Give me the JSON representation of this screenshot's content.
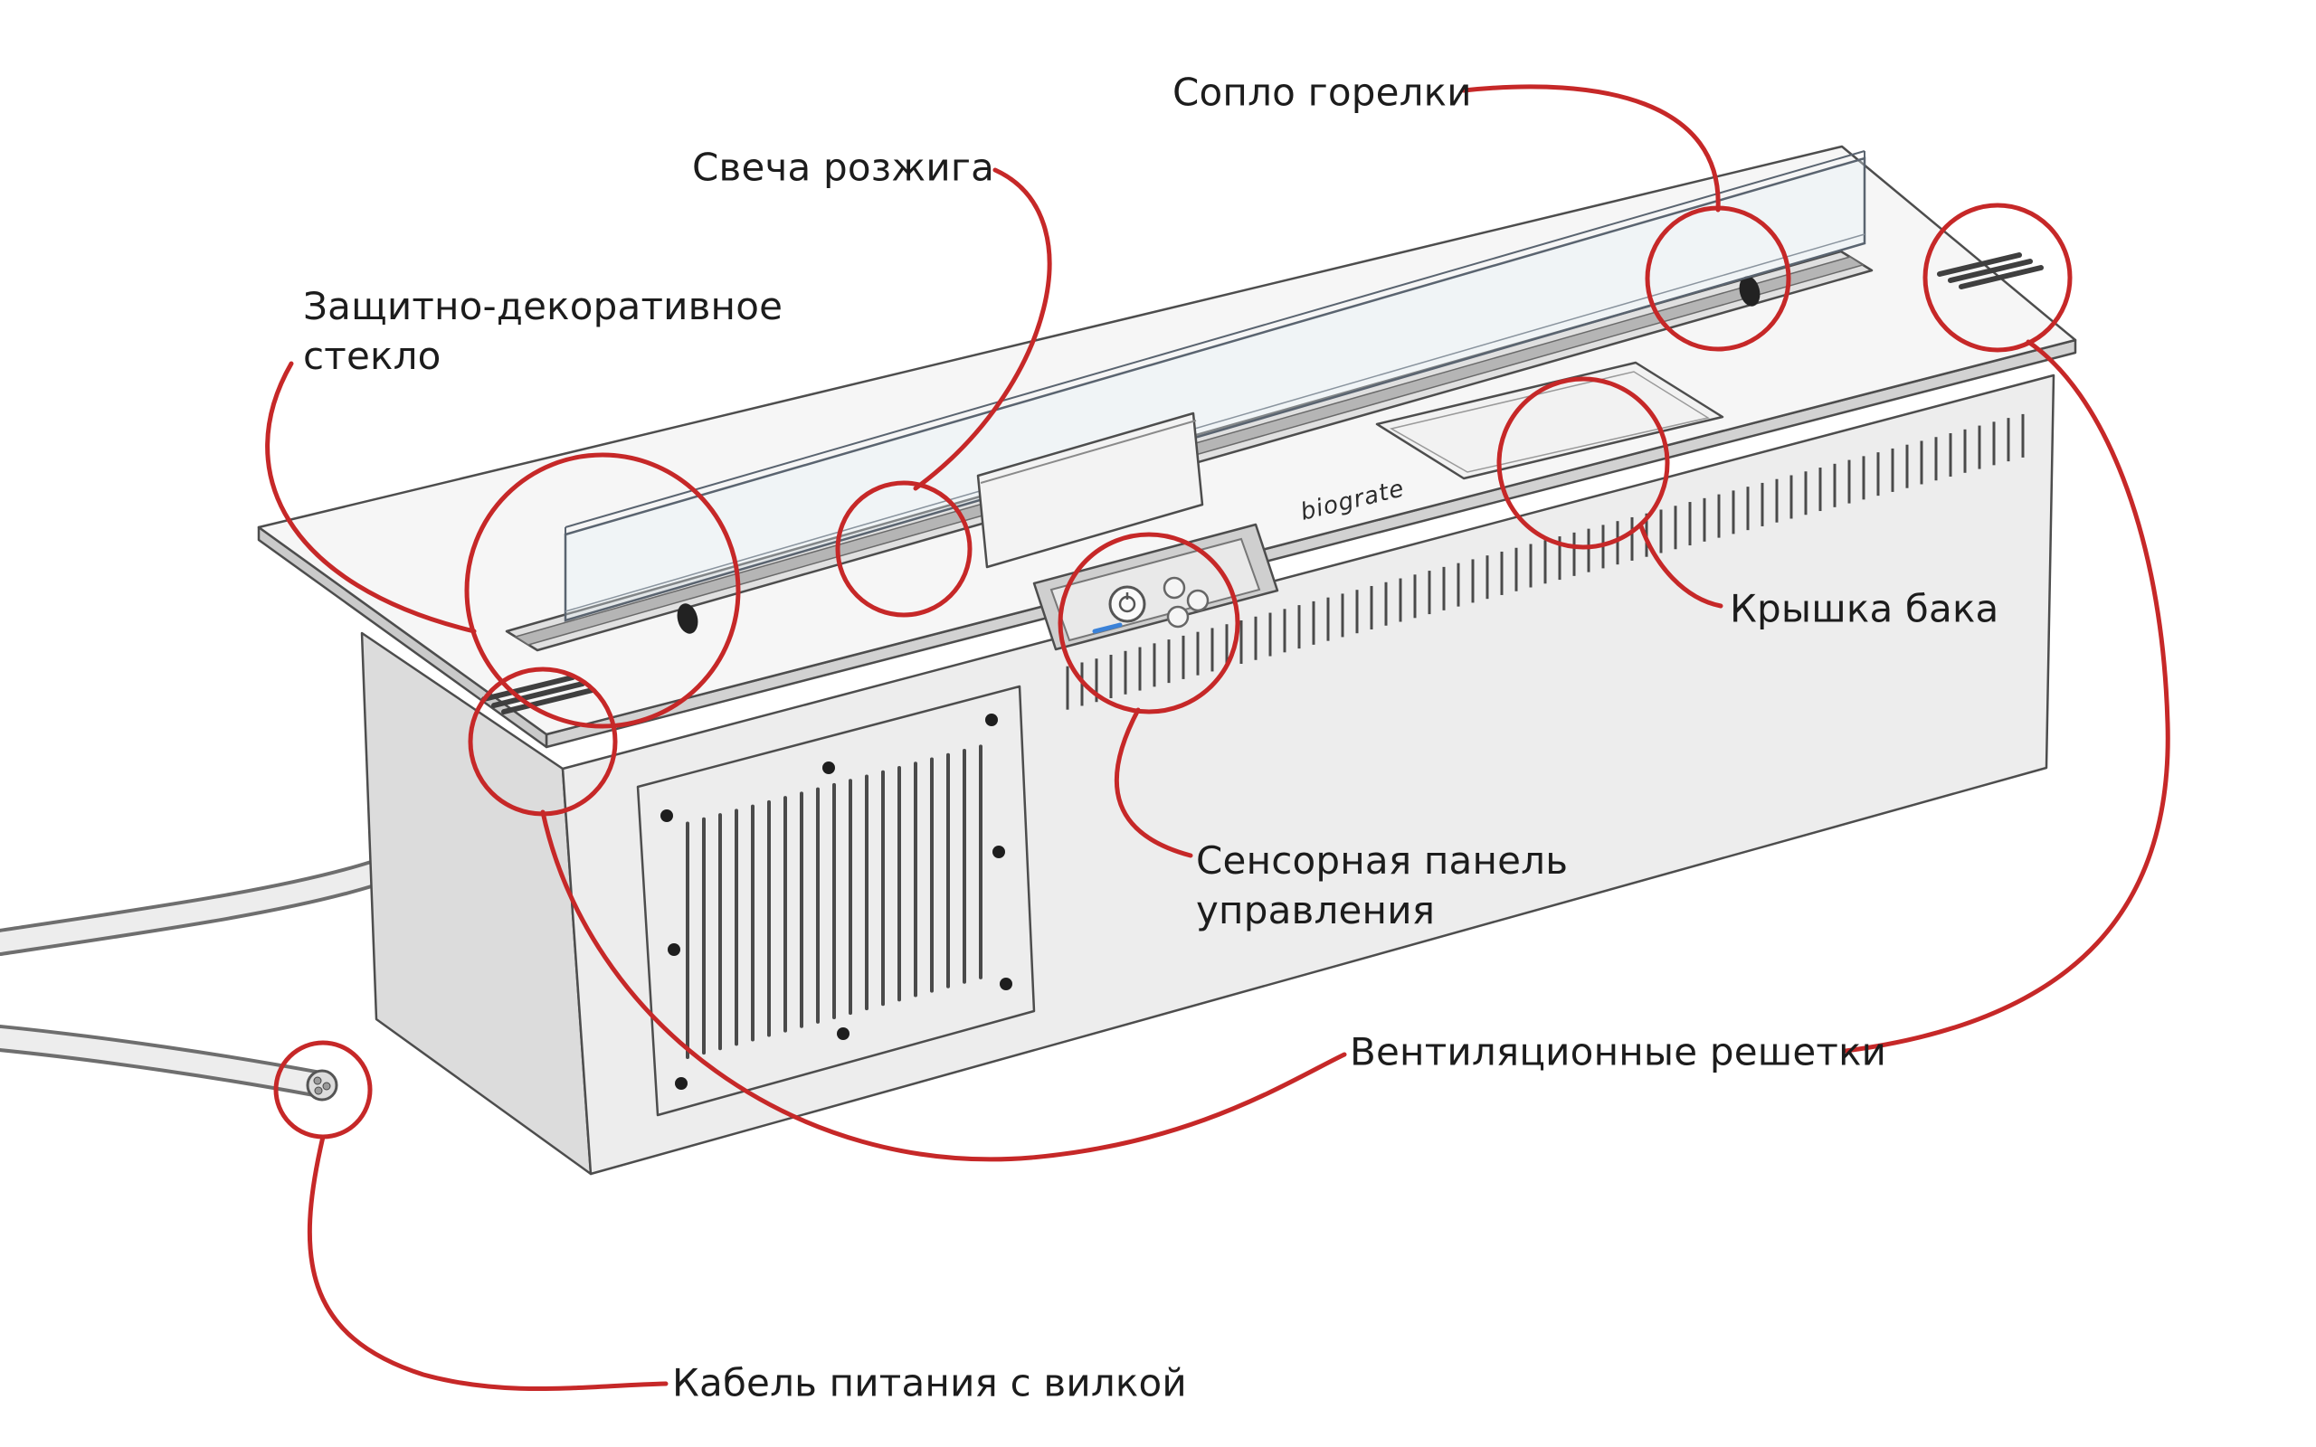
{
  "figure": {
    "brand_mark": "biograte",
    "annotation_color": "#c62828",
    "labels": {
      "burner_nozzle": "Сопло горелки",
      "ignition_plug": "Свеча розжига",
      "protective_glass": "Защитно-декоративное стекло",
      "tank_lid": "Крышка бака",
      "control_panel": "Сенсорная панель управления",
      "vent_grilles": "Вентиляционные решетки",
      "power_cable": "Кабель питания с вилкой"
    }
  }
}
